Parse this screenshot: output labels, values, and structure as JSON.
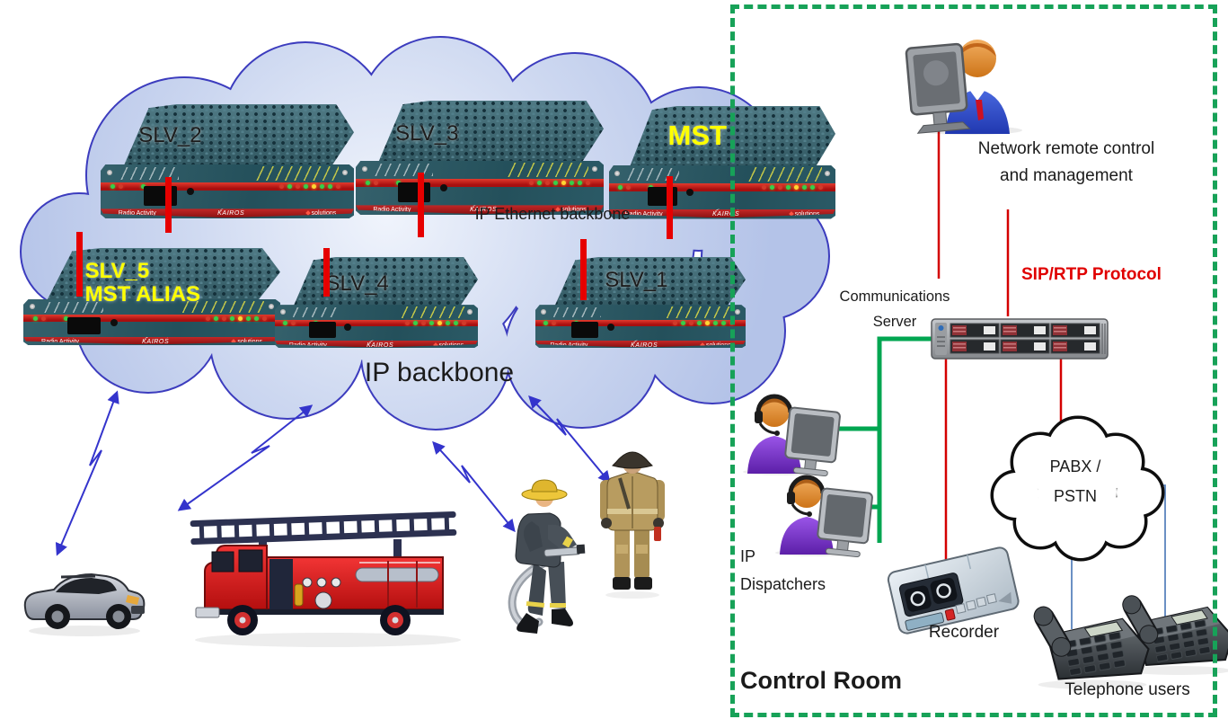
{
  "cloud": {
    "label": "IP backbone",
    "sublabel": "IP Ethernet backbone"
  },
  "devices": {
    "branding": {
      "vendor": "Radio Activity",
      "logo": "KAIROS",
      "solutions": "solutions"
    },
    "items": [
      {
        "label": "SLV_2",
        "label_color": "#1c1c1c",
        "bold": false
      },
      {
        "label": "SLV_3",
        "label_color": "#1c1c1c",
        "bold": false
      },
      {
        "label": "MST",
        "label_color": "#ffff00",
        "bold": true
      },
      {
        "label": "SLV_5",
        "label2": "MST ALIAS",
        "label_color": "#ffff00",
        "bold": true
      },
      {
        "label": "SLV_4",
        "label_color": "#1c1c1c",
        "bold": false
      },
      {
        "label": "SLV_1",
        "label_color": "#1c1c1c",
        "bold": false
      }
    ]
  },
  "control_room": {
    "title": "Control Room",
    "management": {
      "line1": "Network remote control",
      "line2": "and management"
    },
    "protocol": "SIP/RTP Protocol",
    "server": {
      "line1": "Communications",
      "line2": "Server"
    },
    "dispatchers": {
      "line1": "IP",
      "line2": "Dispatchers"
    },
    "recorder": "Recorder",
    "pabx": {
      "line1": "PABX /",
      "line2": "PSTN"
    },
    "phones": "Telephone users"
  },
  "icons": {
    "manager": "person-at-monitor",
    "dispatcher": "person-with-headset-at-monitor",
    "server": "rack-server",
    "recorder": "tape-recorder",
    "telephone": "desk-phone",
    "pabx": "cloud-outline",
    "suv": "grey-suv",
    "fire_truck": "red-ladder-truck",
    "firefighter_hose": "firefighter-with-hose",
    "firefighter_standing": "firefighter-in-gear",
    "radio_link": "double-arrow-zigzag"
  },
  "colors": {
    "lan_green": "#00a651",
    "border_green": "#17a258",
    "line_red": "#d40000",
    "arrow_blue": "#3434cc",
    "protocol_red": "#e00000",
    "device_label_yellow": "#ffff00",
    "cloud_fill": "#ccd7f0",
    "cloud_stroke": "#3c3cbe"
  }
}
